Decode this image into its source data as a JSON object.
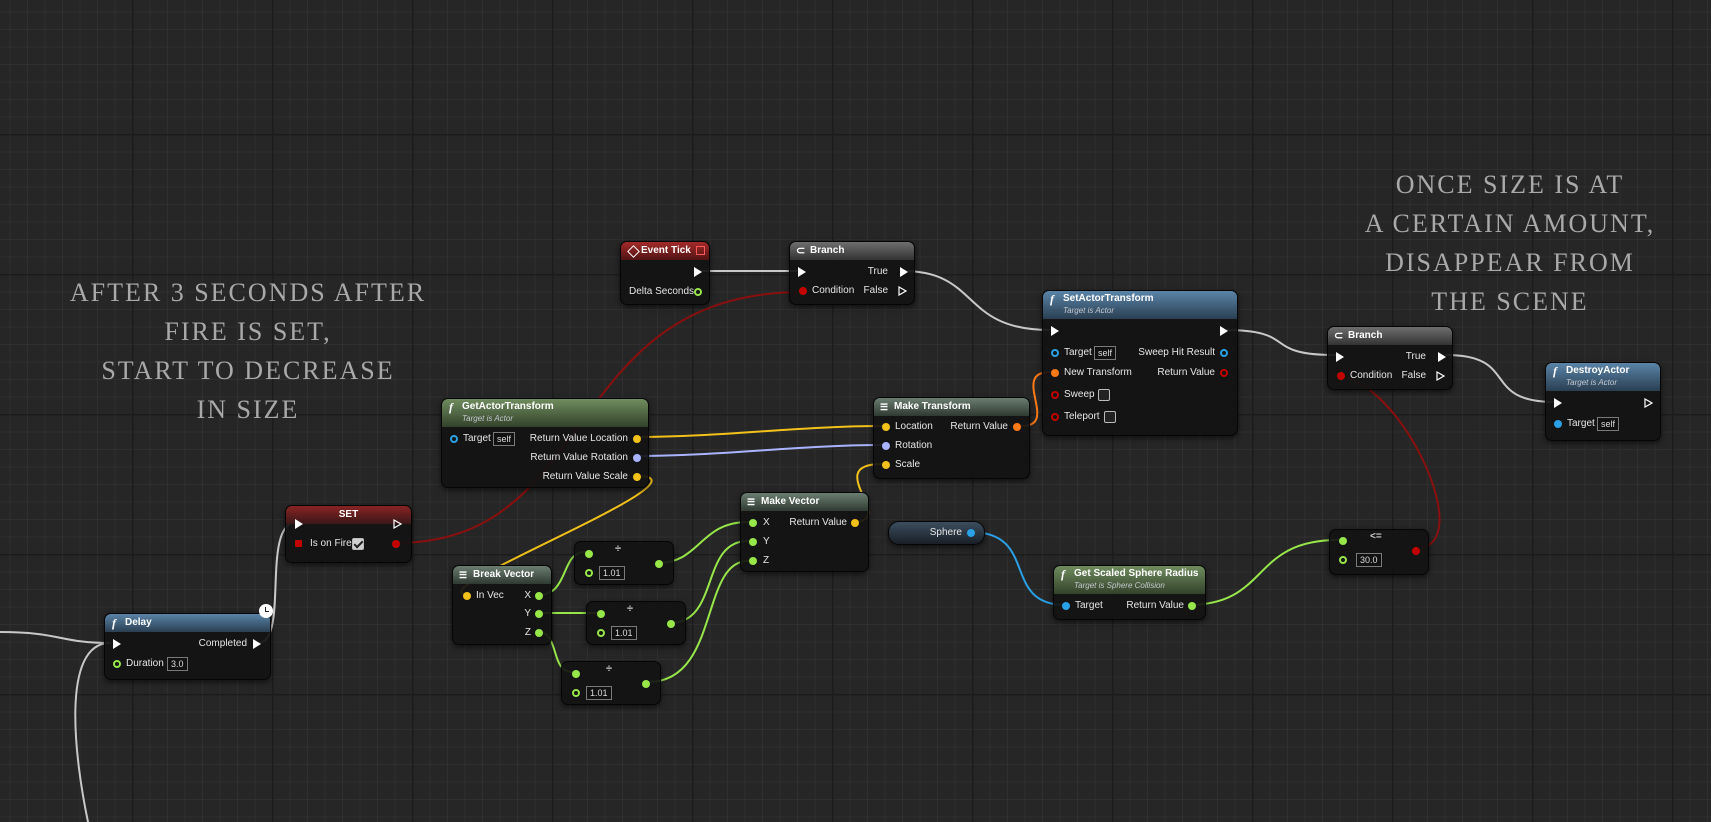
{
  "comments": {
    "left": [
      "After 3 seconds after",
      "fire is set,",
      "start to decrease",
      "in size"
    ],
    "right": [
      "Once size is at",
      "a certain amount,",
      "disappear from",
      "the scene"
    ]
  },
  "nodes": {
    "event_tick": {
      "title": "Event Tick",
      "delta": "Delta Seconds"
    },
    "branch1": {
      "title": "Branch",
      "true": "True",
      "condition": "Condition",
      "false": "False"
    },
    "set_actor_transform": {
      "title": "SetActorTransform",
      "subtitle": "Target is Actor",
      "target": "Target",
      "target_val": "self",
      "sweep_hit": "Sweep Hit Result",
      "new_transform": "New Transform",
      "return_value": "Return Value",
      "sweep": "Sweep",
      "teleport": "Teleport"
    },
    "branch2": {
      "title": "Branch",
      "true": "True",
      "condition": "Condition",
      "false": "False"
    },
    "destroy_actor": {
      "title": "DestroyActor",
      "subtitle": "Target is Actor",
      "target": "Target",
      "target_val": "self"
    },
    "get_actor_transform": {
      "title": "GetActorTransform",
      "subtitle": "Target is Actor",
      "target": "Target",
      "target_val": "self",
      "loc": "Return Value Location",
      "rot": "Return Value Rotation",
      "scale": "Return Value Scale"
    },
    "make_transform": {
      "title": "Make Transform",
      "location": "Location",
      "rotation": "Rotation",
      "scale": "Scale",
      "return_value": "Return Value"
    },
    "set": {
      "title": "SET",
      "var": "Is on Fire"
    },
    "delay": {
      "title": "Delay",
      "completed": "Completed",
      "duration": "Duration",
      "duration_val": "3.0"
    },
    "break_vector": {
      "title": "Break Vector",
      "in": "In Vec",
      "x": "X",
      "y": "Y",
      "z": "Z"
    },
    "div1": {
      "val": "1.01",
      "op": "÷"
    },
    "div2": {
      "val": "1.01",
      "op": "÷"
    },
    "div3": {
      "val": "1.01",
      "op": "÷"
    },
    "make_vector": {
      "title": "Make Vector",
      "x": "X",
      "y": "Y",
      "z": "Z",
      "return_value": "Return Value"
    },
    "sphere": {
      "label": "Sphere"
    },
    "get_radius": {
      "title": "Get Scaled Sphere Radius",
      "subtitle": "Target is Sphere Collision",
      "target": "Target",
      "return_value": "Return Value"
    },
    "compare": {
      "val": "30.0",
      "op": "<="
    }
  },
  "colors": {
    "exec": "#ffffff",
    "vector": "#f2c21a",
    "rotator": "#a8b4ff",
    "transform": "#ff7a16",
    "float": "#97e64a",
    "bool": "#c20000",
    "object": "#2aa0e6"
  }
}
